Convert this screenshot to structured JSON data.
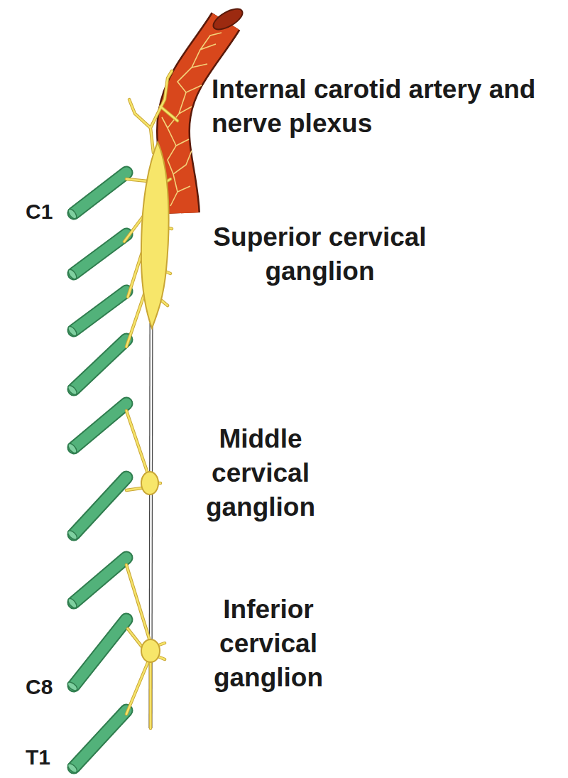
{
  "diagram": {
    "labels": [
      "Internal carotid artery and nerve plexus",
      "C1",
      "Superior cervical ganglion",
      "Middle cervical ganglion",
      "Inferior cervical ganglion",
      "C8",
      "T1"
    ]
  }
}
